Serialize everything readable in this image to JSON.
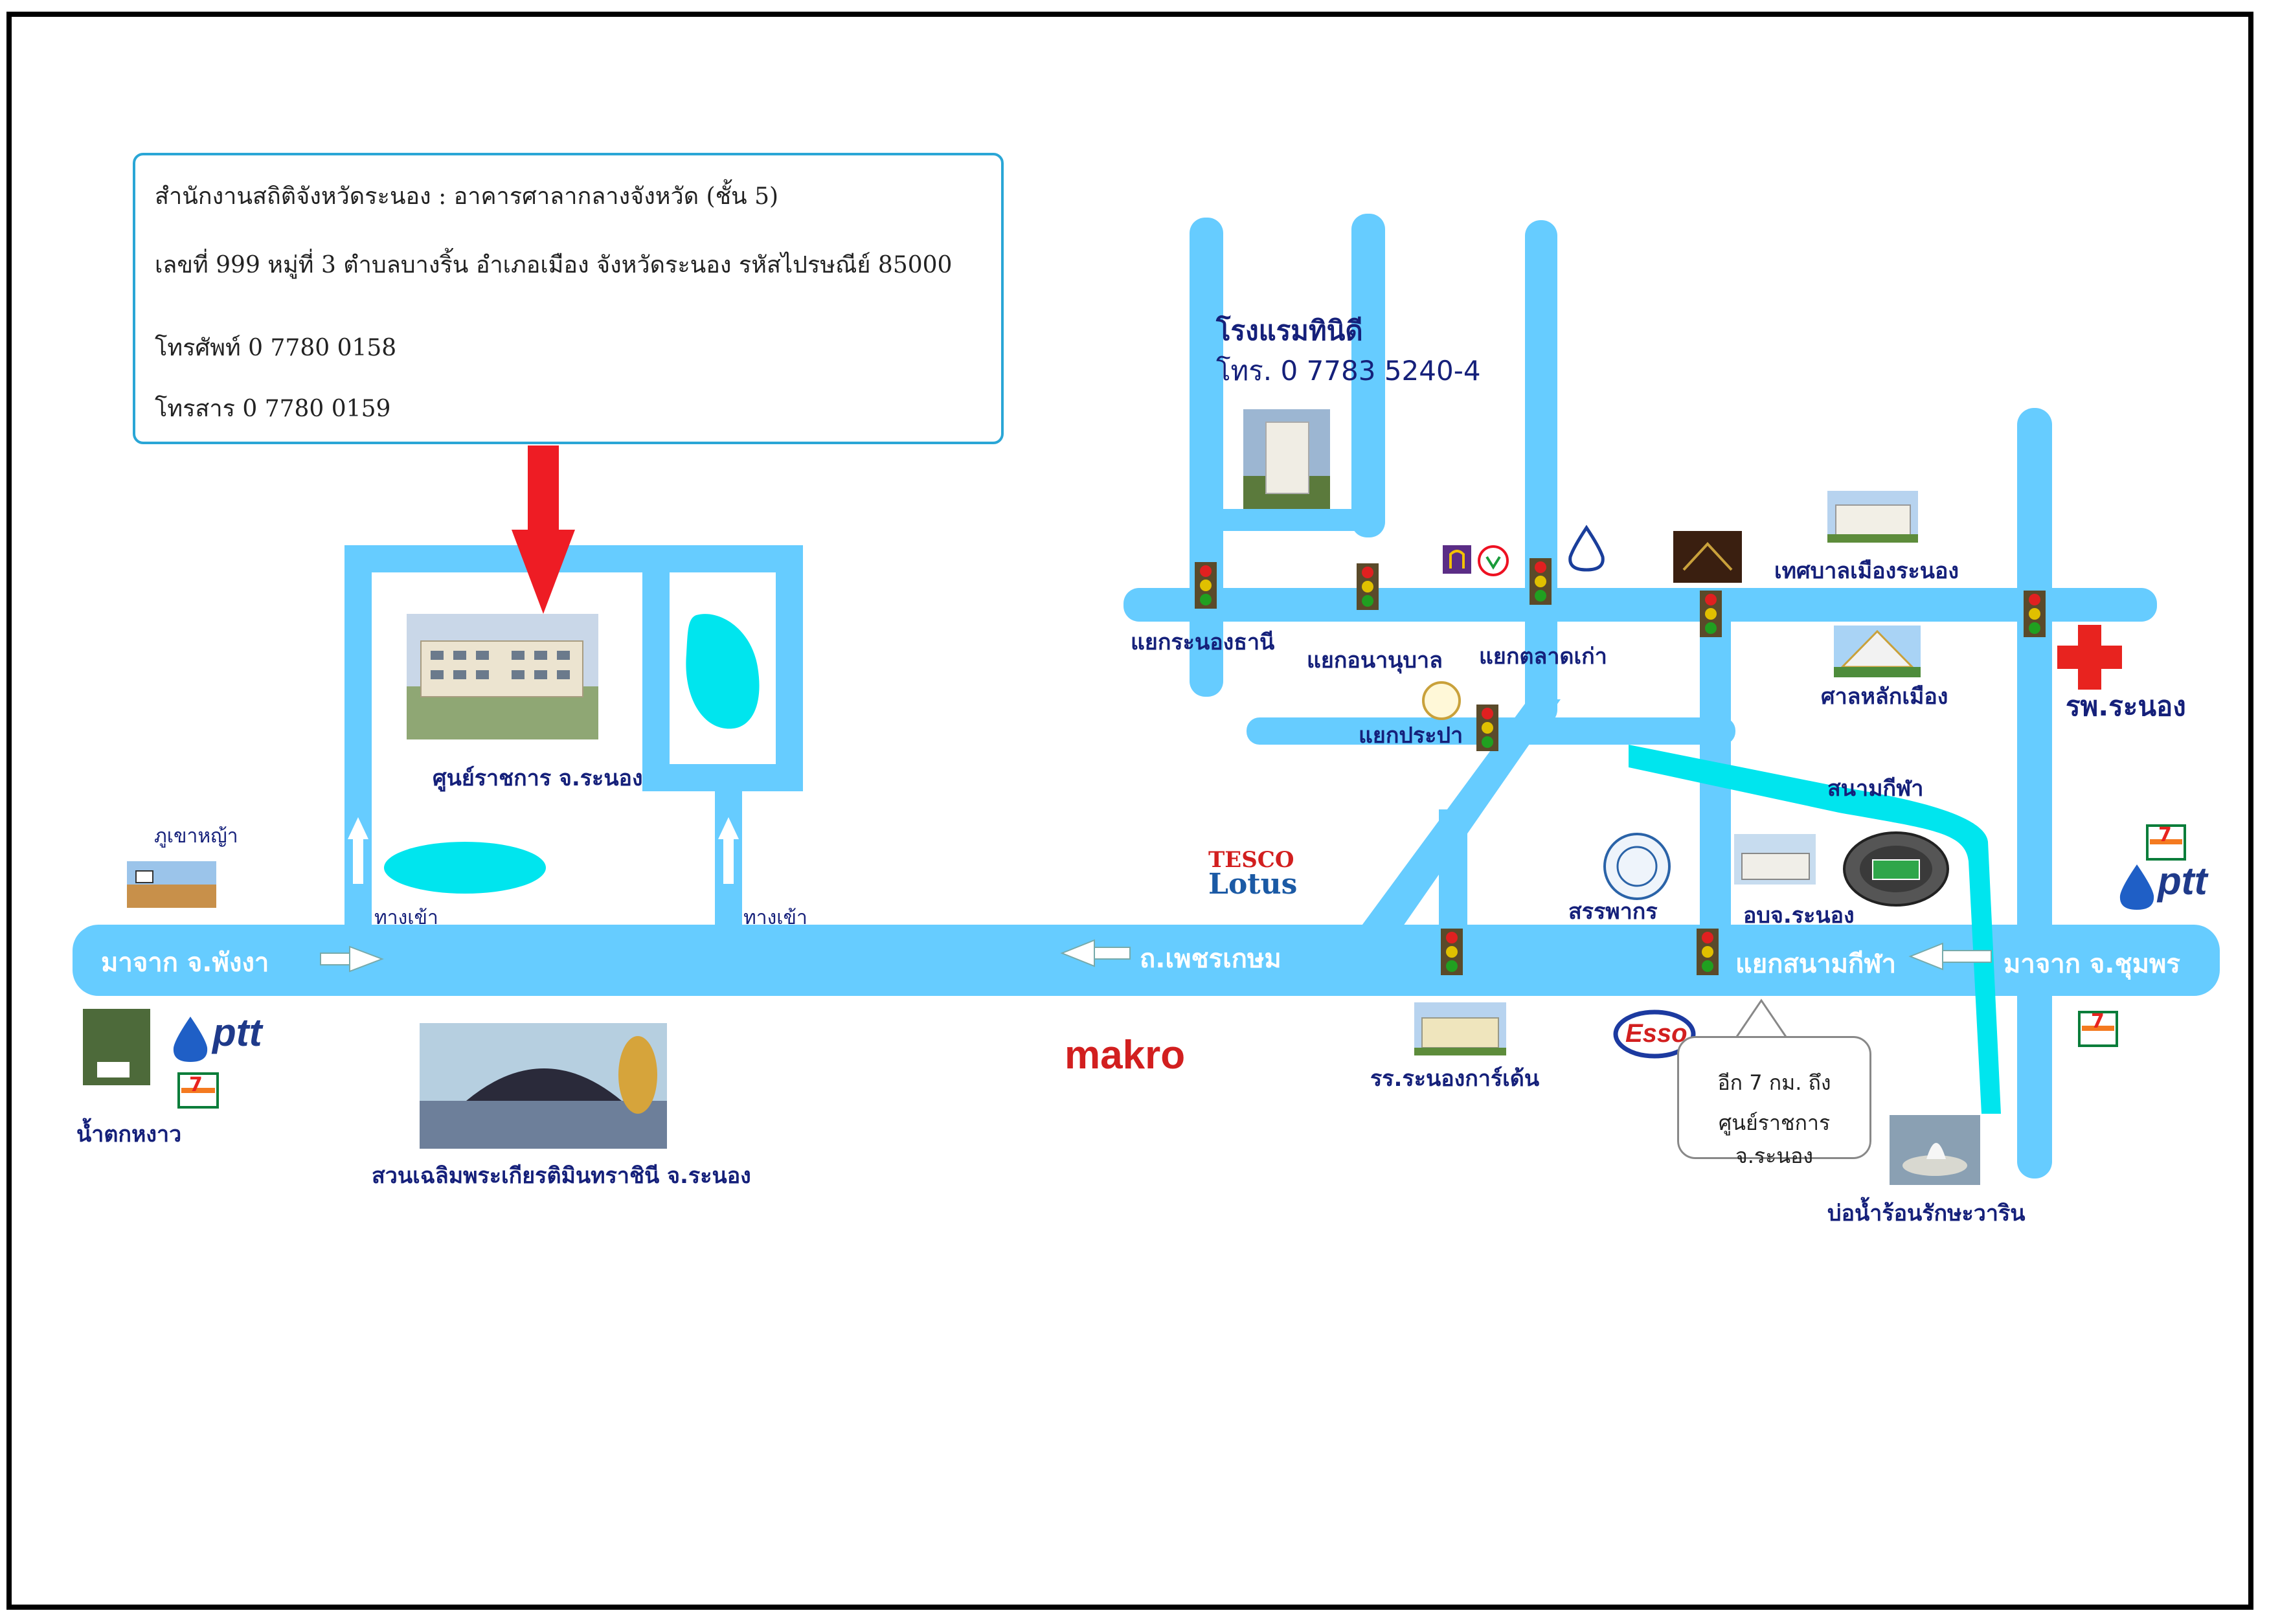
{
  "info": {
    "office": "สำนักงานสถิติจังหวัดระนอง : อาคารศาลากลางจังหวัด (ชั้น 5)",
    "address": "เลขที่ 999  หมู่ที่ 3  ตำบลบางริ้น  อำเภอเมือง  จังหวัดระนอง  รหัสไปรษณีย์ 85000",
    "phone": "โทรศัพท์  0 7780 0158",
    "fax": "โทรสาร   0 7780 0159"
  },
  "hotel": {
    "name": "โรงแรมทินิดี",
    "phone": "โทร. 0 7783 5240-4"
  },
  "places": {
    "govt_center": "ศูนย์ราชการ  จ.ระนอง",
    "entrance_1": "ทางเข้า",
    "entrance_2": "ทางเข้า",
    "phu_khao_ya": "ภูเขาหญ้า",
    "waterfall": "น้ำตกหงาว",
    "park": "สวนเฉลิมพระเกียรติมินทราชินี จ.ระนอง",
    "municipality": "เทศบาลเมืองระนอง",
    "city_pillar": "ศาลหลักเมือง",
    "hospital": "รพ.ระนอง",
    "stadium": "สนามกีฬา",
    "revenue": "สรรพากร",
    "pao": "อบจ.ระนอง",
    "school": "รร.ระนองการ์เด้น",
    "hot_spring": "บ่อน้ำร้อนรักษะวาริน"
  },
  "intersections": {
    "ranong_thani": "แยกระนองธานี",
    "tha_nu_ban": "แยกอนานุบาล",
    "old_market": "แยกตลาดเก่า",
    "prapa": "แยกประปา",
    "stadium_junction": "แยกสนามกีฬา"
  },
  "roads": {
    "from_phangnga": "มาจาก  จ.พังงา",
    "phetkasem": "ถ.เพชรเกษม",
    "from_chumphon": "มาจาก  จ.ชุมพร"
  },
  "brands": {
    "tesco": "TESCO",
    "lotus": "Lotus",
    "makro": "makro",
    "esso": "Esso",
    "ptt": "ptt",
    "seven_eleven": "7"
  },
  "bubble": {
    "line1": "อีก 7 กม. ถึง",
    "line2": "ศูนย์ราชการ  จ.ระนอง"
  },
  "colors": {
    "road": "#66ccff",
    "water": "#00e5ee",
    "arrow_red": "#ee1c24",
    "label_navy": "#15207a"
  },
  "icons": {
    "traffic_light": "traffic-light-icon",
    "hospital": "red-cross-icon",
    "direction_arrow": "white-arrow-icon",
    "stadium": "stadium-icon",
    "bank": "bank-logo-icon"
  }
}
